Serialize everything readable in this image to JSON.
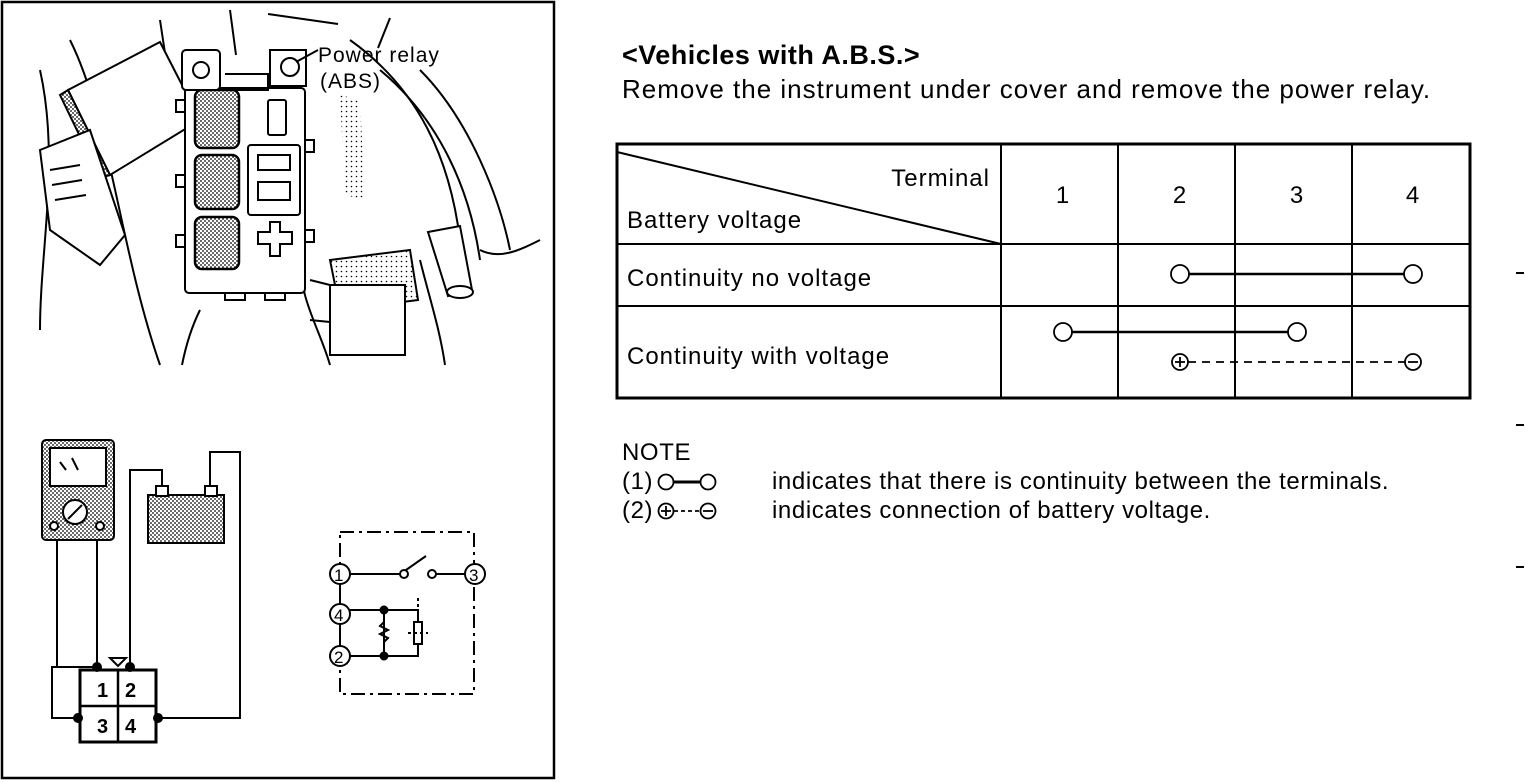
{
  "figure": {
    "callout_label_line1": "Power relay",
    "callout_label_line2": "(ABS)",
    "connector_pins": [
      "1",
      "2",
      "3",
      "4"
    ],
    "schematic_terminals": [
      "1",
      "4",
      "2",
      "3"
    ]
  },
  "section": {
    "heading": "<Vehicles with A.B.S.>",
    "instruction": "Remove the instrument under cover and remove the power relay."
  },
  "table": {
    "corner_top": "Terminal",
    "corner_bottom": "Battery voltage",
    "columns": [
      "1",
      "2",
      "3",
      "4"
    ],
    "rows": [
      {
        "label": "Continuity no voltage",
        "continuity": [
          2,
          4
        ],
        "battery": null
      },
      {
        "label": "Continuity with voltage",
        "continuity": [
          1,
          3
        ],
        "battery": {
          "positive": 2,
          "negative": 4
        }
      }
    ]
  },
  "note": {
    "title": "NOTE",
    "items": [
      {
        "num": "(1)",
        "symbol": "continuity-symbol",
        "text": "indicates that there is continuity between the terminals."
      },
      {
        "num": "(2)",
        "symbol": "battery-connection-symbol",
        "text": "indicates connection of battery voltage."
      }
    ]
  }
}
